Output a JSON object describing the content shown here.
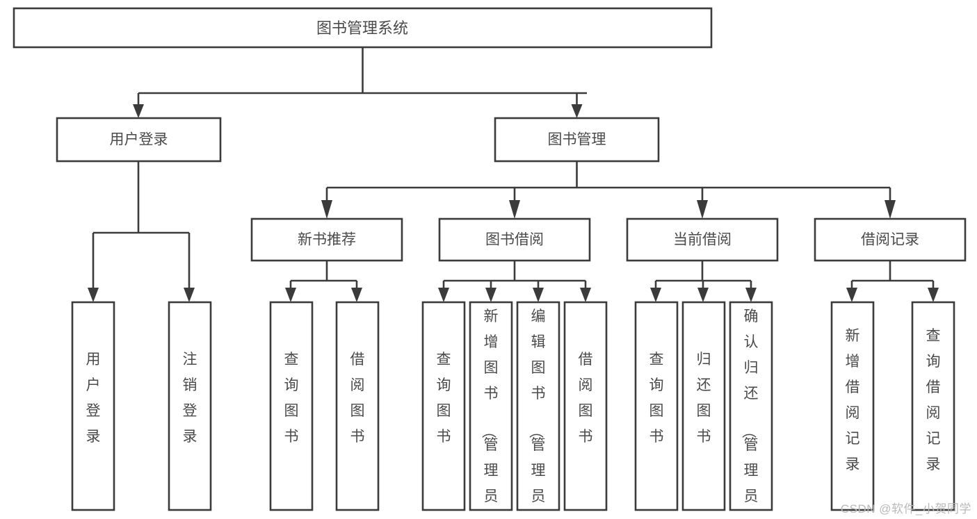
{
  "diagram": {
    "title": "图书管理系统",
    "type": "tree-structure-chart",
    "colors": {
      "box_stroke": "#3b3b3b",
      "box_fill": "#ffffff",
      "text": "#4a4a4a",
      "background": "#ffffff",
      "watermark": "#b9b9b9"
    },
    "root": {
      "label": "图书管理系统"
    },
    "level1": [
      {
        "label": "用户登录"
      },
      {
        "label": "图书管理"
      }
    ],
    "level2": [
      {
        "label": "新书推荐"
      },
      {
        "label": "图书借阅"
      },
      {
        "label": "当前借阅"
      },
      {
        "label": "借阅记录"
      }
    ],
    "leaves": {
      "user_login": [
        {
          "label": "用户登录"
        },
        {
          "label": "注销登录"
        }
      ],
      "new_book_recommend": [
        {
          "label": "查询图书"
        },
        {
          "label": "借阅图书"
        }
      ],
      "book_borrow": [
        {
          "label": "查询图书"
        },
        {
          "label": "新增图书（管理员）"
        },
        {
          "label": "编辑图书（管理员）"
        },
        {
          "label": "借阅图书"
        }
      ],
      "current_borrow": [
        {
          "label": "查询图书"
        },
        {
          "label": "归还图书"
        },
        {
          "label": "确认归还（管理员）"
        }
      ],
      "borrow_record": [
        {
          "label": "新增借阅记录"
        },
        {
          "label": "查询借阅记录"
        }
      ]
    }
  },
  "watermark": {
    "text": "CSDN @软件_小贺同学"
  }
}
